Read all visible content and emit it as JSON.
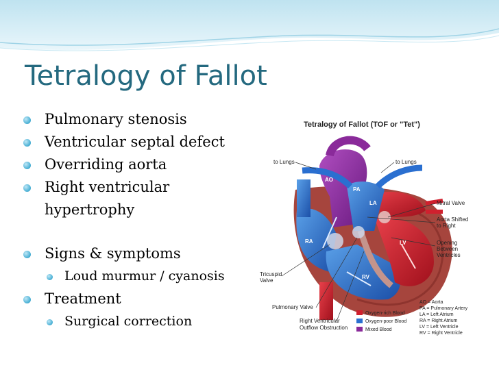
{
  "slide": {
    "title": "Tetralogy of Fallot",
    "bullets": [
      {
        "text": "Pulmonary stenosis"
      },
      {
        "text": "Ventricular septal defect"
      },
      {
        "text": "Overriding aorta"
      },
      {
        "text": "Right ventricular",
        "text2": "hypertrophy"
      },
      {
        "text": "Signs & symptoms"
      },
      {
        "text": "Loud murmur / cyanosis"
      },
      {
        "text": "Treatment"
      },
      {
        "text": "Surgical correction"
      }
    ]
  },
  "figure": {
    "title": "Tetralogy of Fallot (TOF or \"Tet\")",
    "labels": {
      "to_lungs_left": "to Lungs",
      "to_lungs_right": "to Lungs",
      "ao": "AO",
      "pa": "PA",
      "la": "LA",
      "ra": "RA",
      "lv": "LV",
      "rv": "RV",
      "mitral_valve": "Mitral Valve",
      "aorta_shifted_1": "Aorta Shifted",
      "aorta_shifted_2": "to Right",
      "opening_1": "Opening",
      "opening_2": "Between",
      "opening_3": "Ventricles",
      "tricuspid_1": "Tricuspid",
      "tricuspid_2": "Valve",
      "pulmonary_valve": "Pulmonary Valve",
      "rvoo_1": "Right Ventricular",
      "rvoo_2": "Outflow Obstruction"
    },
    "legend": [
      {
        "label": "Oxygen-rich Blood",
        "color": "#d0202e"
      },
      {
        "label": "Oxygen-poor Blood",
        "color": "#2a6fd0"
      },
      {
        "label": "Mixed Blood",
        "color": "#8a2a9a"
      }
    ],
    "abbreviations": [
      "AO = Aorta",
      "PA = Pulmonary Artery",
      "LA = Left Atrium",
      "RA = Right Atrium",
      "LV = Left Ventricle",
      "RV = Right Ventricle"
    ]
  },
  "colors": {
    "title": "#24697f",
    "band": "#cfe9f3",
    "bullet": "#4db2d6"
  }
}
